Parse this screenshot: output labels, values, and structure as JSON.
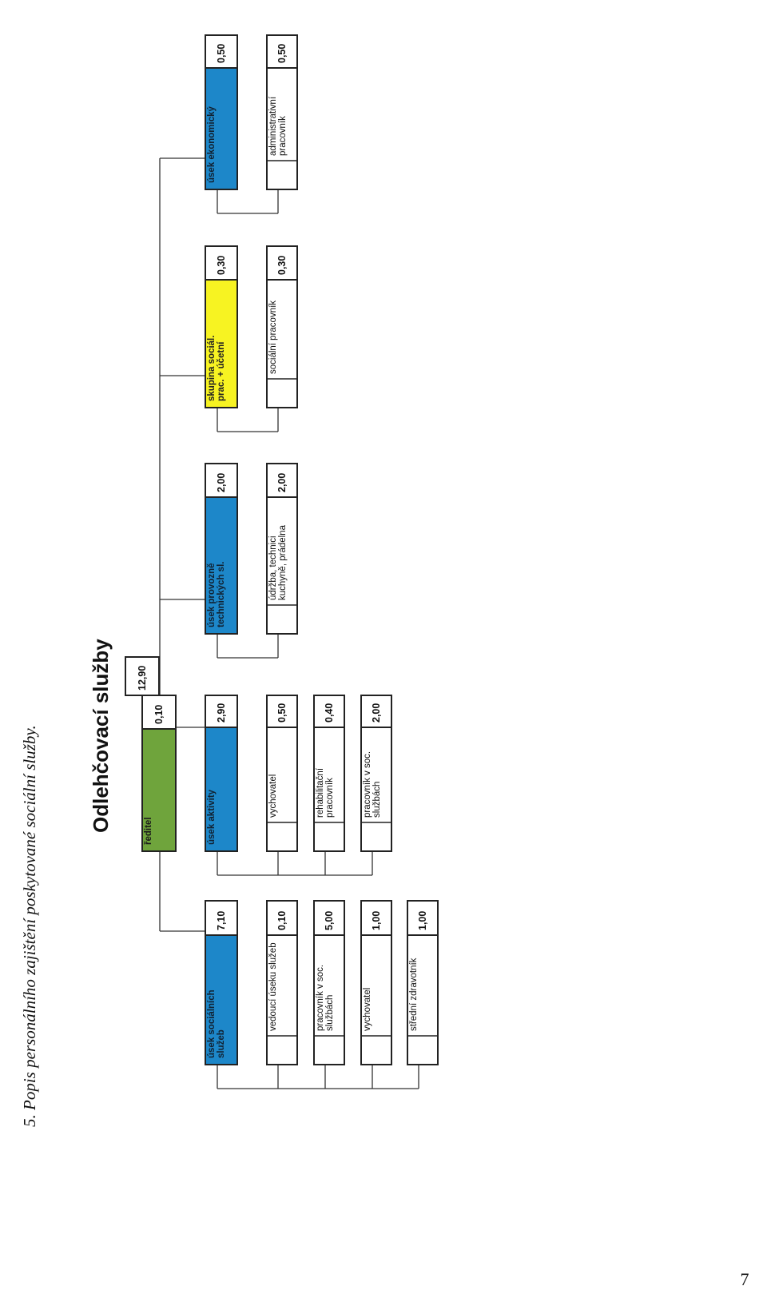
{
  "heading": "5. Popis personálního zajištění poskytované sociální služby.",
  "chart_title": "Odlehčovací služby",
  "page_number": "7",
  "colors": {
    "green": "#6fa43c",
    "blue": "#1d87c9",
    "yellow": "#f7f322",
    "white": "#ffffff"
  },
  "director": {
    "label": "ředitel",
    "own_value": "0,10",
    "total": "12,90"
  },
  "departments": [
    {
      "label": "úsek sociálních služeb",
      "value": "7,10",
      "color": "blue",
      "children": [
        {
          "label": "vedoucí úseku služeb",
          "value": "0,10"
        },
        {
          "label": "pracovník v soc. službách",
          "value": "5,00"
        },
        {
          "label": "vychovatel",
          "value": "1,00"
        },
        {
          "label": "střední zdravotník",
          "value": "1,00"
        }
      ]
    },
    {
      "label": "úsek aktivity",
      "value": "2,90",
      "color": "blue",
      "children": [
        {
          "label": "vychovatel",
          "value": "0,50"
        },
        {
          "label": "rehabilitační pracovník",
          "value": "0,40"
        },
        {
          "label": "pracovník v soc. službách",
          "value": "2,00"
        }
      ]
    },
    {
      "label": "úsek provozně technických sl.",
      "value": "2,00",
      "color": "blue",
      "children": [
        {
          "label": "údržba, technici kuchyně, prádelna",
          "value": "2,00"
        }
      ]
    },
    {
      "label": "skupina sociál. prac. + účetní",
      "value": "0,30",
      "color": "yellow",
      "children": [
        {
          "label": "sociální pracovník",
          "value": "0,30"
        }
      ]
    },
    {
      "label": "úsek ekonomický",
      "value": "0,50",
      "color": "blue",
      "children": [
        {
          "label": "administrativní pracovník",
          "value": "0,50"
        }
      ]
    }
  ]
}
